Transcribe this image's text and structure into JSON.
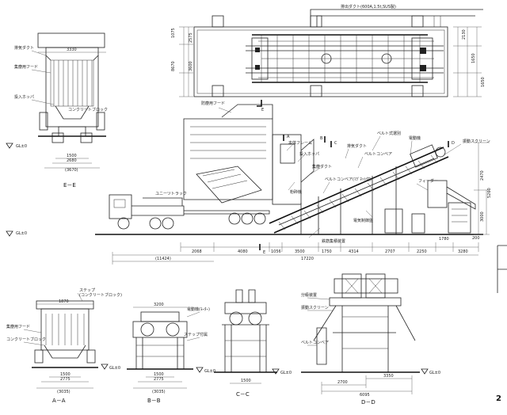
{
  "sheet": {
    "page_number": "2",
    "views": {
      "plan": {
        "top_note": "排出ダクト(600A,1.5t,SUS製)",
        "section_mark": "E",
        "dims_left": [
          "1075",
          "8670",
          "2575",
          "3600"
        ],
        "dims_right": [
          "2130",
          "1650",
          "1650"
        ]
      },
      "ee": {
        "title": "E－E",
        "dims": [
          "3330",
          "1500",
          "2680",
          "(3670)"
        ],
        "labels": [
          "排気ダクト",
          "集塵用フード",
          "投入ホッパ",
          "コンクリートブロック"
        ],
        "ground": "GL±0"
      },
      "elevation": {
        "ground": "GL±0",
        "truck_label": "ユニーツトラック",
        "section_marks": [
          "A",
          "B",
          "C",
          "D",
          "E"
        ],
        "labels": [
          "防塵用フード",
          "本体フレーム",
          "投入ホッパ",
          "集塵ダクト",
          "排気ダクト",
          "粉砕機",
          "ベルトコンベア",
          "ベルト式選別",
          "電動機",
          "振動スクリーン",
          "ベルトコンベア(ﾏｸﾞﾈｯﾄ付)",
          "電気制御盤",
          "フィーダー",
          "鉄筋集積装置"
        ],
        "dims_bottom": [
          "2068",
          "4080",
          "1056",
          "3500",
          "1750",
          "4314",
          "2707",
          "2250",
          "1780",
          "3280",
          "17220",
          "(11424)"
        ],
        "dims_right": [
          "2470",
          "5260",
          "3000",
          "200"
        ]
      },
      "aa": {
        "title": "A－A",
        "dims": [
          "1870",
          "1500",
          "2775",
          "(3035)"
        ],
        "labels": [
          "ステップ",
          "(コンクリートブロック)",
          "集塵用フード",
          "コンクリートブロック"
        ],
        "ground": "GL±0"
      },
      "bb": {
        "title": "B－B",
        "dims": [
          "3200",
          "1500",
          "2775",
          "(3035)"
        ],
        "labels": [
          "電動機(ﾓｰﾀｰ)",
          "ステップ付属"
        ],
        "ground": "GL±0"
      },
      "cc": {
        "title": "C－C",
        "dims": [
          "1500"
        ],
        "ground": "GL±0"
      },
      "dd": {
        "title": "D－D",
        "dims": [
          "3350",
          "2700",
          "6095"
        ],
        "labels": [
          "分級装置",
          "振動スクリーン",
          "ベルトコンベア"
        ],
        "ground": "GL±0"
      }
    }
  }
}
